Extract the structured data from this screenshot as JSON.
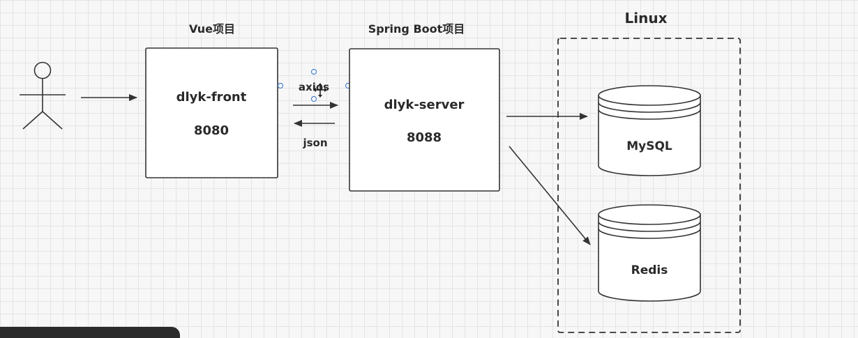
{
  "diagram": {
    "frontend_group_title": "Vue项目",
    "frontend_name": "dlyk-front",
    "frontend_port": "8080",
    "backend_group_title": "Spring Boot项目",
    "backend_name": "dlyk-server",
    "backend_port": "8088",
    "request_label": "axios",
    "response_label": "json",
    "server_group_title": "Linux",
    "db_mysql": "MySQL",
    "db_redis": "Redis"
  },
  "colors": {
    "stroke": "#333333",
    "selection_handle": "#4a7fd1",
    "grid": "#e4e4e4",
    "background": "#f7f7f7"
  }
}
